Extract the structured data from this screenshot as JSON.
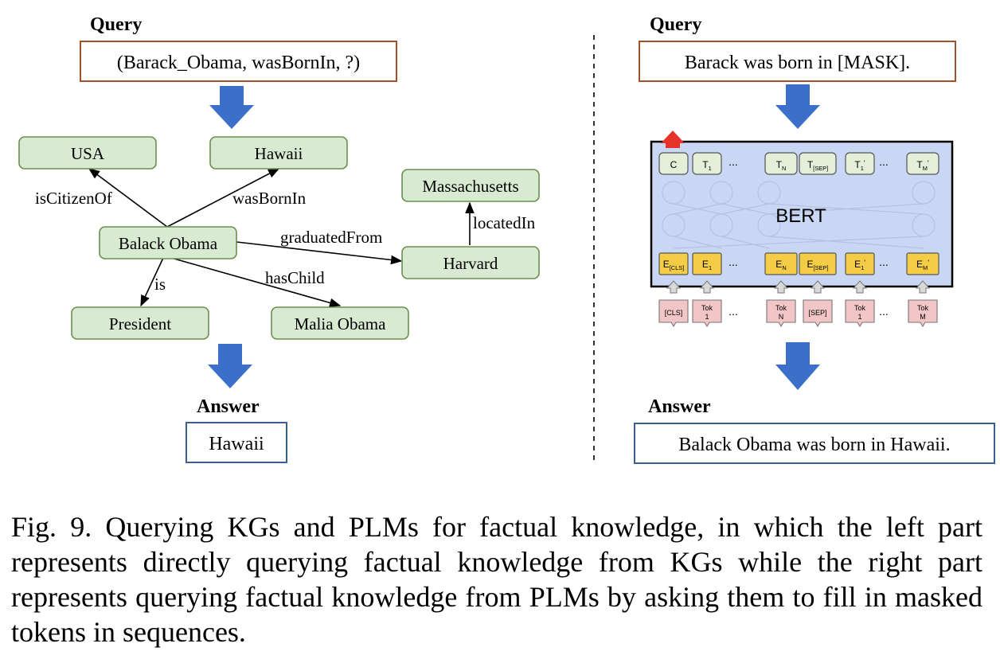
{
  "left": {
    "query_heading": "Query",
    "query_text": "(Barack_Obama, wasBornIn, ?)",
    "answer_heading": "Answer",
    "answer_text": "Hawaii",
    "nodes": {
      "usa": "USA",
      "hawaii": "Hawaii",
      "massachusetts": "Massachusetts",
      "balack_obama": "Balack Obama",
      "harvard": "Harvard",
      "president": "President",
      "malia_obama": "Malia Obama"
    },
    "edges": {
      "is_citizen_of": "isCitizenOf",
      "was_born_in": "wasBornIn",
      "graduated_from": "graduatedFrom",
      "located_in": "locatedIn",
      "is": "is",
      "has_child": "hasChild"
    }
  },
  "right": {
    "query_heading": "Query",
    "query_text": "Barack was born in [MASK].",
    "answer_heading": "Answer",
    "answer_text": "Balack Obama was born in Hawaii.",
    "bert_label": "BERT",
    "ellipsis": "...",
    "outputs": [
      "C",
      "T",
      "T",
      "T",
      "T",
      "T"
    ],
    "output_subs": [
      "",
      "1",
      "N",
      "[SEP]",
      "1",
      "M"
    ],
    "output_primes": [
      "",
      "",
      "",
      "",
      "'",
      "'"
    ],
    "embeddings": [
      "E",
      "E",
      "E",
      "E",
      "E",
      "E"
    ],
    "embedding_subs": [
      "[CLS]",
      "1",
      "N",
      "[SEP]",
      "1",
      "M"
    ],
    "embedding_primes": [
      "",
      "",
      "",
      "",
      "'",
      "'"
    ],
    "tokens_line1": [
      "[CLS]",
      "Tok",
      "Tok",
      "[SEP]",
      "Tok",
      "Tok"
    ],
    "tokens_line2": [
      "",
      "1",
      "N",
      "",
      "1",
      "M"
    ]
  },
  "caption": "Fig. 9.  Querying KGs and PLMs for factual knowledge, in which the left part represents directly querying factual knowledge from KGs while the right part represents querying factual knowledge from PLMs by asking them to fill in masked tokens in sequences.",
  "colors": {
    "query_border": "#a0522d",
    "answer_border": "#3a5f8f",
    "arrow_fill": "#3b6fc9",
    "node_fill": "#d9ead3",
    "node_border": "#6a8f4e",
    "bert_fill": "#c9d7f5",
    "output_fill": "#e3efd9",
    "embed_fill": "#f5cc45",
    "token_fill": "#f2c6c6",
    "up_arrow": "#e5332a"
  }
}
